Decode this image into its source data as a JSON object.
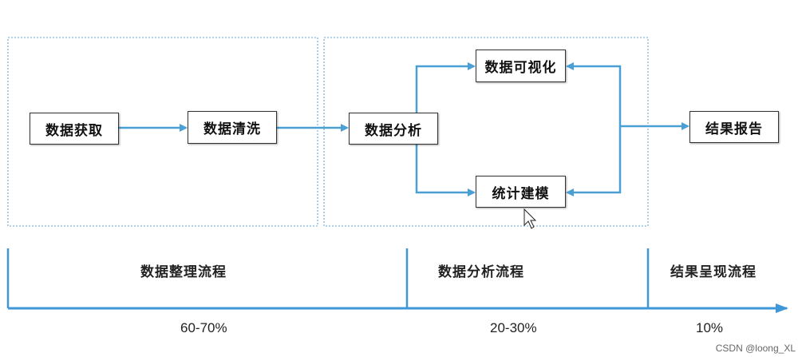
{
  "nodes": {
    "acquire": "数据获取",
    "clean": "数据清洗",
    "analyze": "数据分析",
    "visualize": "数据可视化",
    "model": "统计建模",
    "report": "结果报告"
  },
  "stages": [
    {
      "label": "数据整理流程",
      "percent": "60-70%"
    },
    {
      "label": "数据分析流程",
      "percent": "20-30%"
    },
    {
      "label": "结果呈现流程",
      "percent": "10%"
    }
  ],
  "watermark": "CSDN @loong_XL",
  "colors": {
    "arrow": "#4a9fd4",
    "group_border": "#7fb6de",
    "axis": "#3e97d6",
    "box_border": "#333333"
  }
}
